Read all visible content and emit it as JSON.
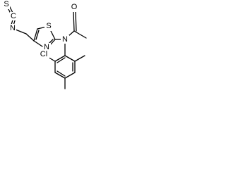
{
  "atoms": {
    "sulfur_isothiocyanate": "S",
    "carbon_isothiocyanate": "C",
    "nitrogen_isothiocyanate": "N",
    "nitrogen_thiazole": "N",
    "sulfur_thiazole": "S",
    "nitrogen_amide": "N",
    "oxygen_carbonyl": "O",
    "chlorine": "Cl"
  }
}
